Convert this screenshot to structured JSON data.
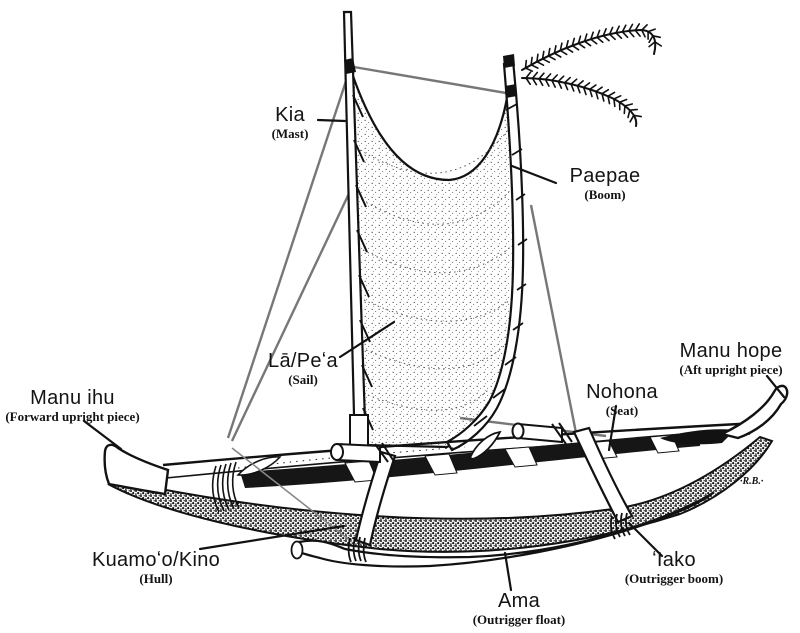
{
  "figure": {
    "signature": "·R.B.·",
    "colors": {
      "ink": "#121212",
      "background": "#ffffff",
      "rigging": "#777777"
    },
    "labels": [
      {
        "id": "kia",
        "term": "Kia",
        "english": "(Mast)"
      },
      {
        "id": "paepae",
        "term": "Paepae",
        "english": "(Boom)"
      },
      {
        "id": "la_pea",
        "term": "Lā/Peʻa",
        "english": "(Sail)"
      },
      {
        "id": "manu_hope",
        "term": "Manu hope",
        "english": "(Aft upright piece)"
      },
      {
        "id": "nohona",
        "term": "Nohona",
        "english": "(Seat)"
      },
      {
        "id": "manu_ihu",
        "term": "Manu ihu",
        "english": "(Forward upright piece)"
      },
      {
        "id": "kuamoo_kino",
        "term": "Kuamoʻo/Kino",
        "english": "(Hull)"
      },
      {
        "id": "iako",
        "term": "ʻIako",
        "english": "(Outrigger boom)"
      },
      {
        "id": "ama",
        "term": "Ama",
        "english": "(Outrigger float)"
      }
    ]
  }
}
